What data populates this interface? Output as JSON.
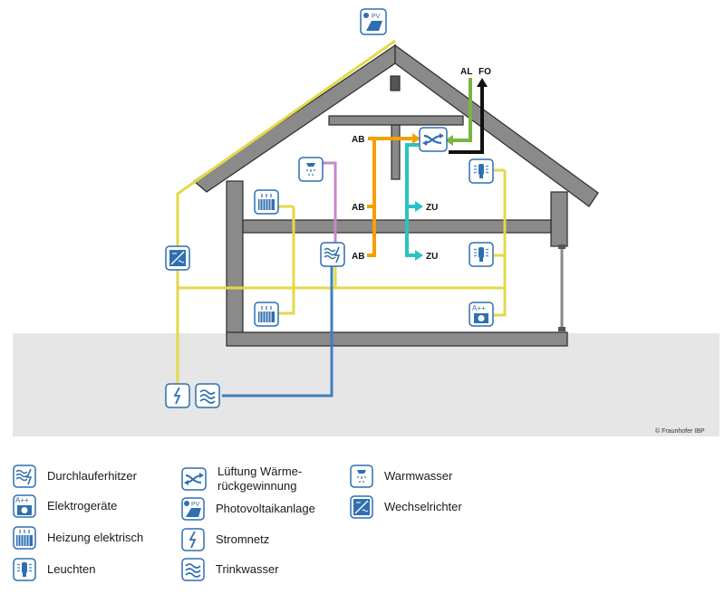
{
  "copyright": "© Fraunhofer IBP",
  "labels": {
    "al": "AL",
    "fo": "FO",
    "ab": "AB",
    "zu": "ZU",
    "pv": "PV",
    "appliance": "A++"
  },
  "legend": [
    {
      "icon": "durchlauferhitzer-icon",
      "label": "Durchlauferhitzer"
    },
    {
      "icon": "elektrogeraete-icon",
      "label": "Elektrogeräte"
    },
    {
      "icon": "heizung-icon",
      "label": "Heizung elektrisch"
    },
    {
      "icon": "leuchten-icon",
      "label": "Leuchten"
    },
    {
      "icon": "lueftung-icon",
      "label": "Lüftung Wärme-\nrückgewinnung"
    },
    {
      "icon": "photovoltaik-icon",
      "label": "Photovoltaikanlage"
    },
    {
      "icon": "stromnetz-icon",
      "label": "Stromnetz"
    },
    {
      "icon": "trinkwasser-icon",
      "label": "Trinkwasser"
    },
    {
      "icon": "warmwasser-icon",
      "label": "Warmwasser"
    },
    {
      "icon": "wechselrichter-icon",
      "label": "Wechselrichter"
    }
  ],
  "colors": {
    "wall": "#8a8a8a",
    "wall_edge": "#2b2b2b",
    "ground": "#e6e6e6",
    "electric": "#e3d94a",
    "water": "#3d7fc1",
    "hotwater": "#c48ac7",
    "exhaust": "#f5a000",
    "supply": "#2cc2c2",
    "outdoor_air": "#7cb342",
    "outgoing_air": "#111111",
    "icon_blue": "#2f6fb0"
  }
}
